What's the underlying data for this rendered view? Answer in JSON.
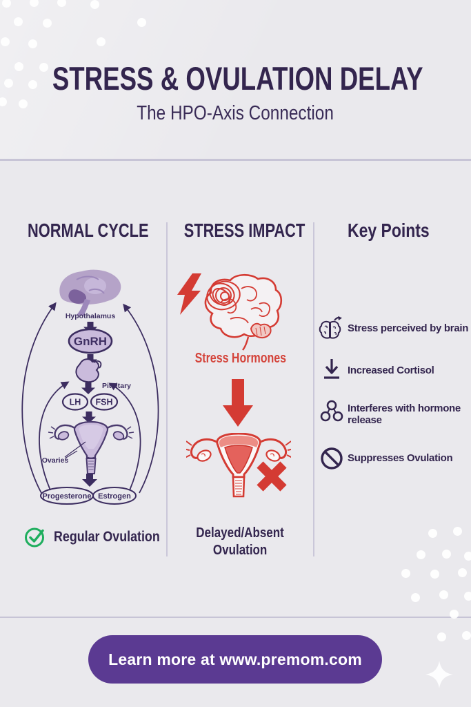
{
  "header": {
    "title": "STRESS & OVULATION DELAY",
    "subtitle": "The HPO-Axis Connection"
  },
  "normal_cycle": {
    "heading": "NORMAL CYCLE",
    "labels": {
      "hypothalamus": "Hypothalamus",
      "gnrh": "GnRH",
      "pituitary": "Pituitary",
      "lh": "LH",
      "fsh": "FSH",
      "ovaries": "Ovaries",
      "progesterone": "Progesterone",
      "estrogen": "Estrogen"
    },
    "result": "Regular Ovulation"
  },
  "stress_impact": {
    "heading": "STRESS IMPACT",
    "hormones_label": "Stress Hormones",
    "result_line1": "Delayed/Absent",
    "result_line2": "Ovulation"
  },
  "key_points": {
    "heading": "Key Points",
    "items": [
      {
        "icon": "brain-arrow-icon",
        "label": "Stress perceived by brain"
      },
      {
        "icon": "down-arrow-icon",
        "label": "Increased Cortisol"
      },
      {
        "icon": "molecule-icon",
        "label": "Interferes with hormone release"
      },
      {
        "icon": "no-symbol-icon",
        "label": "Suppresses Ovulation"
      }
    ]
  },
  "footer": {
    "button_label": "Learn more at www.premom.com"
  },
  "colors": {
    "accent_purple": "#33254e",
    "illustration_purple": "#cabbdc",
    "brand_purple": "#5b3a92",
    "alert_red": "#d43b33",
    "success_green": "#1fae5e",
    "background": "#eae9ed",
    "divider": "#c7c4d6"
  }
}
